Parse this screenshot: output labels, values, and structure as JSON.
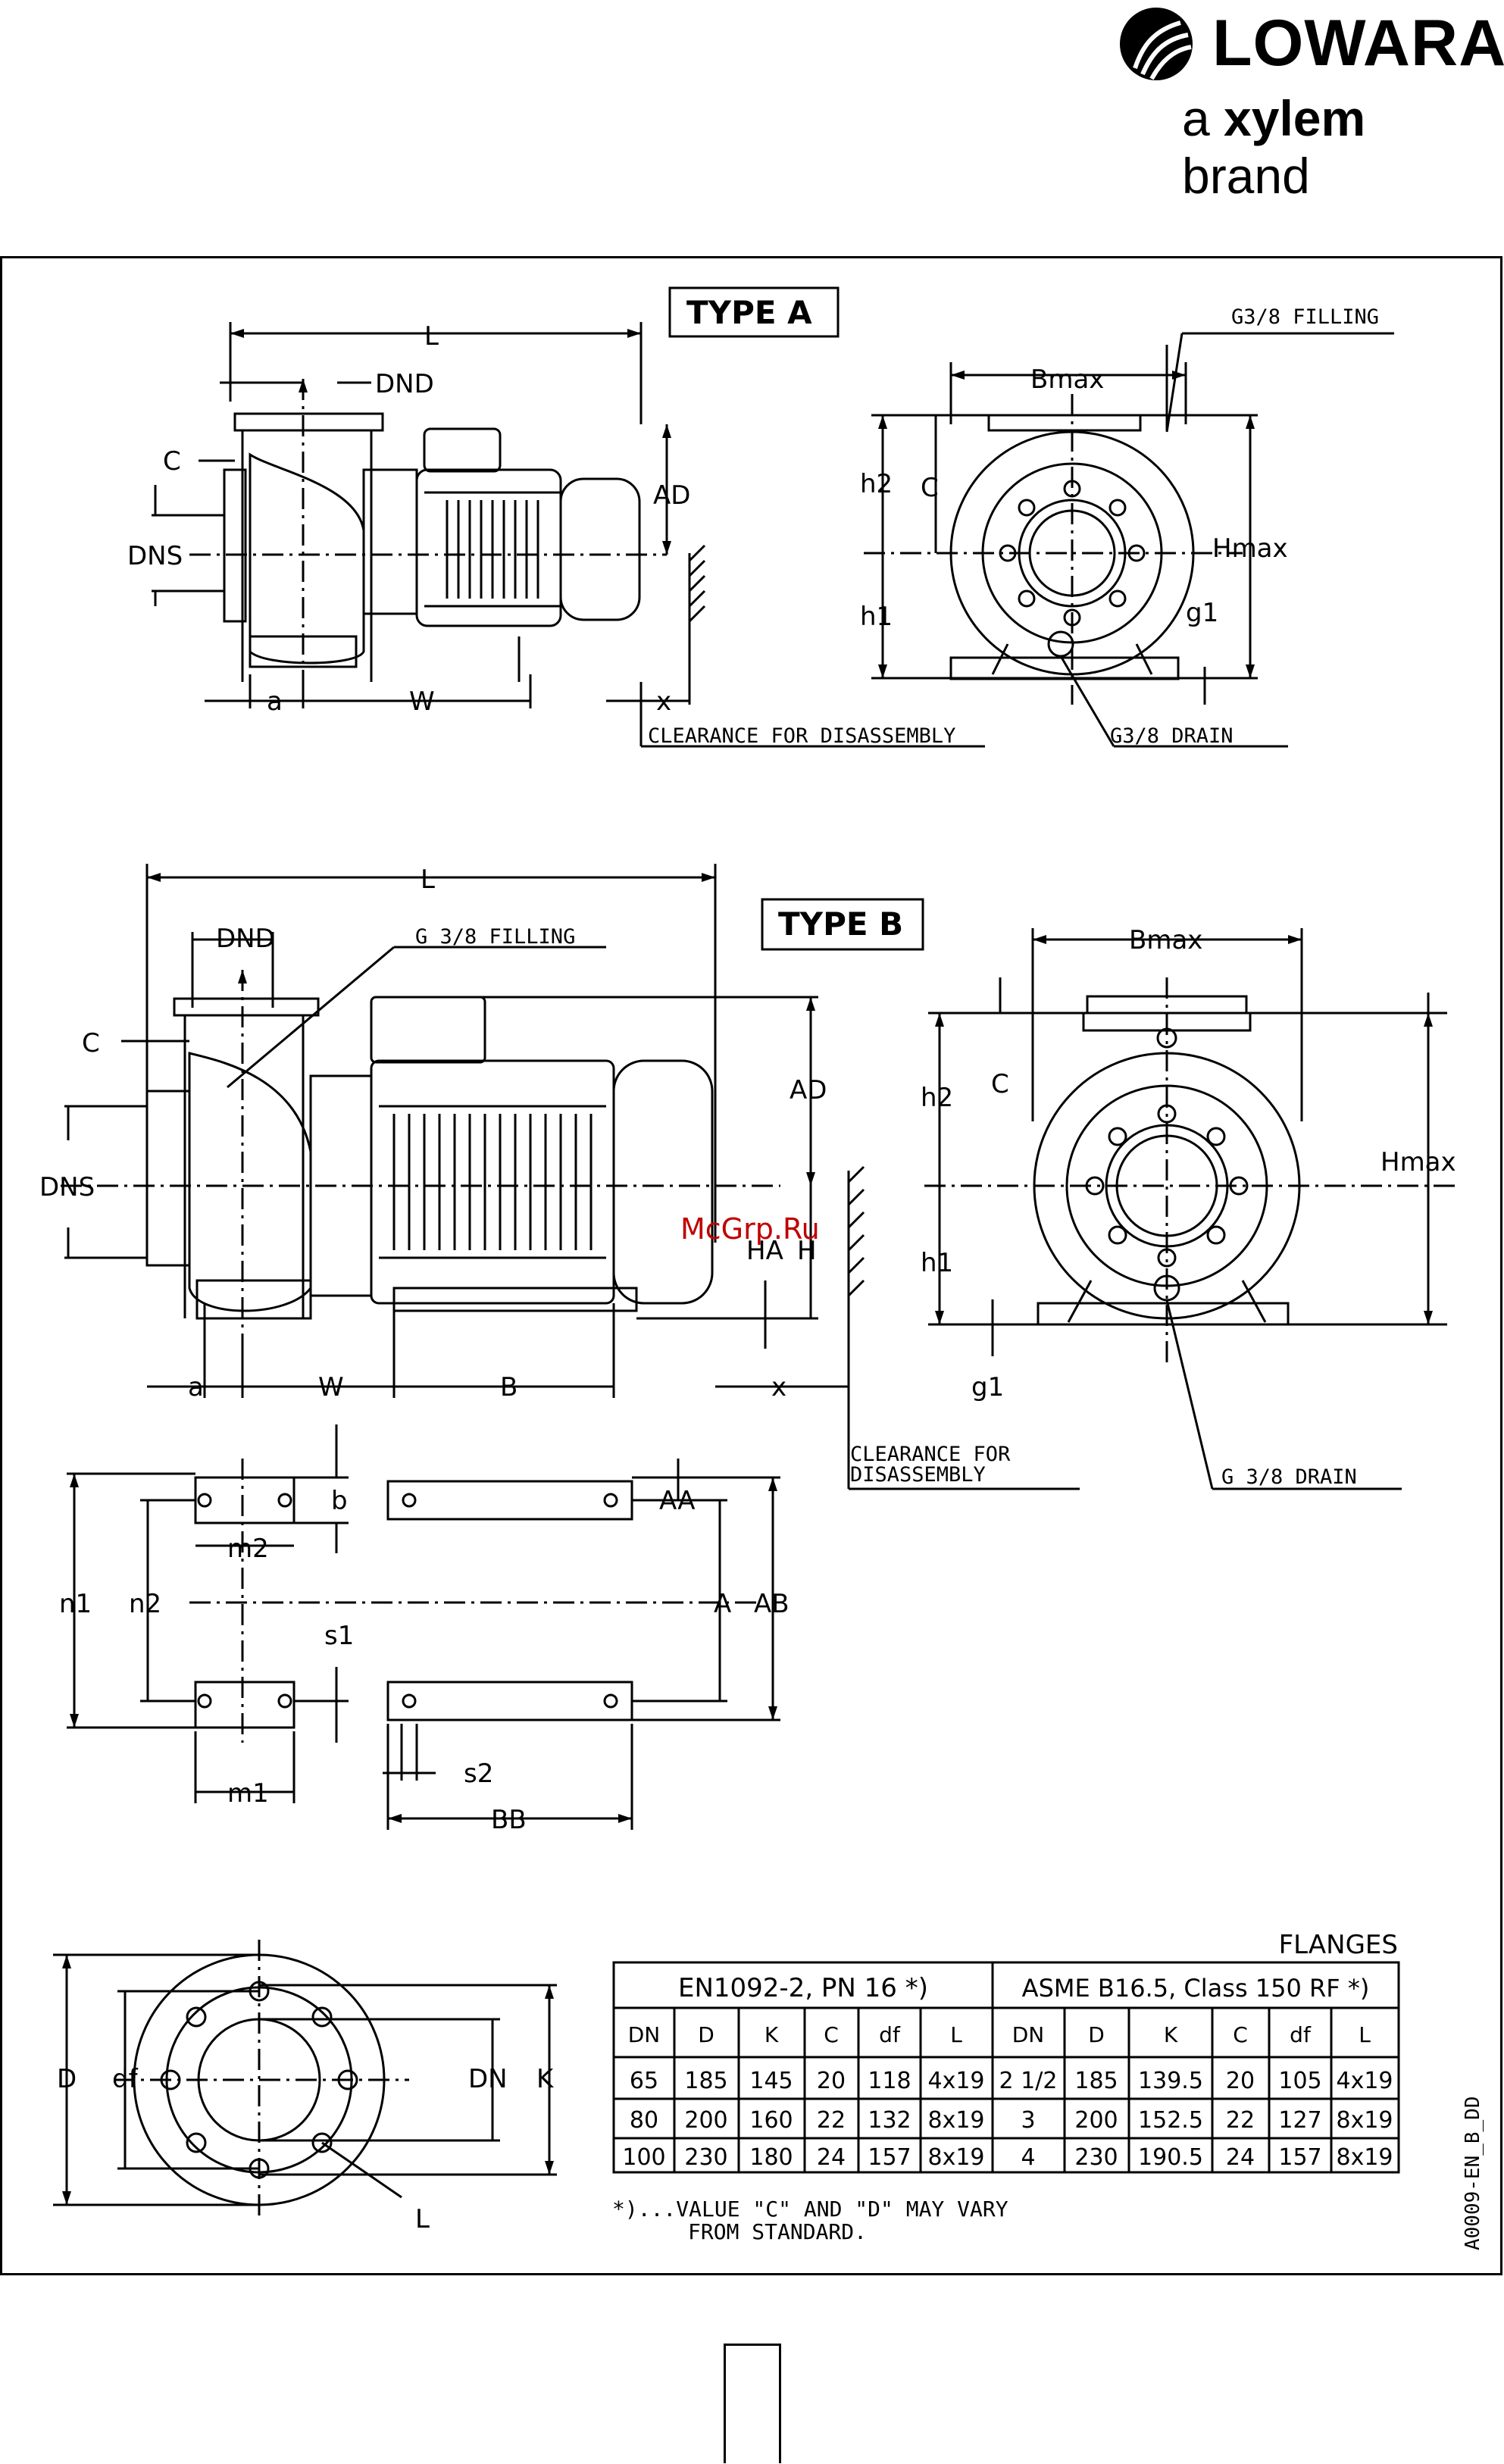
{
  "brand": {
    "logo_text": "LOWARA",
    "tagline_pre": "a ",
    "tagline_bold": "xylem",
    "tagline_post": " brand"
  },
  "type_a": {
    "title": "TYPE A",
    "labels": {
      "L": "L",
      "DND": "DND",
      "C": "C",
      "DNS": "DNS",
      "AD": "AD",
      "a": "a",
      "W": "W",
      "x": "x",
      "clearance": "CLEARANCE FOR DISASSEMBLY",
      "Bmax": "Bmax",
      "filling": "G3/8 FILLING",
      "h2": "h2",
      "C_side": "C",
      "Hmax": "Hmax",
      "h1": "h1",
      "g1": "g1",
      "drain": "G3/8  DRAIN"
    }
  },
  "type_b": {
    "title": "TYPE B",
    "labels": {
      "L": "L",
      "DND": "DND",
      "filling": "G 3/8 FILLING",
      "C": "C",
      "DNS": "DNS",
      "AD": "AD",
      "HA": "HA",
      "H": "H",
      "a": "a",
      "W": "W",
      "B": "B",
      "x": "x",
      "clearance_1": "CLEARANCE FOR",
      "clearance_2": "DISASSEMBLY",
      "Bmax": "Bmax",
      "h2": "h2",
      "C_side": "C",
      "Hmax": "Hmax",
      "h1": "h1",
      "g1": "g1",
      "drain": "G 3/8 DRAIN",
      "watermark": "McGrp.Ru"
    }
  },
  "base": {
    "labels": {
      "b": "b",
      "m2": "m2",
      "AA": "AA",
      "n1": "n1",
      "n2": "n2",
      "A": "A",
      "AB": "AB",
      "s1": "s1",
      "s2": "s2",
      "m1": "m1",
      "BB": "BB"
    }
  },
  "flange_drawing": {
    "labels": {
      "D": "D",
      "df": "df",
      "DN": "DN",
      "K": "K",
      "L": "L"
    }
  },
  "flanges_table": {
    "title": "FLANGES",
    "group_en": "EN1092-2, PN 16 *)",
    "group_asme": "ASME B16.5, Class 150 RF *)",
    "headers": [
      "DN",
      "D",
      "K",
      "C",
      "df",
      "L",
      "DN",
      "D",
      "K",
      "C",
      "df",
      "L"
    ],
    "rows": [
      [
        "65",
        "185",
        "145",
        "20",
        "118",
        "4x19",
        "2 1/2",
        "185",
        "139.5",
        "20",
        "105",
        "4x19"
      ],
      [
        "80",
        "200",
        "160",
        "22",
        "132",
        "8x19",
        "3",
        "200",
        "152.5",
        "22",
        "127",
        "8x19"
      ],
      [
        "100",
        "230",
        "180",
        "24",
        "157",
        "8x19",
        "4",
        "230",
        "190.5",
        "24",
        "157",
        "8x19"
      ]
    ],
    "note_1": "*)...VALUE \"C\" AND \"D\" MAY VARY",
    "note_2": "FROM STANDARD."
  },
  "doc_code": "A0009-EN_B_DD"
}
